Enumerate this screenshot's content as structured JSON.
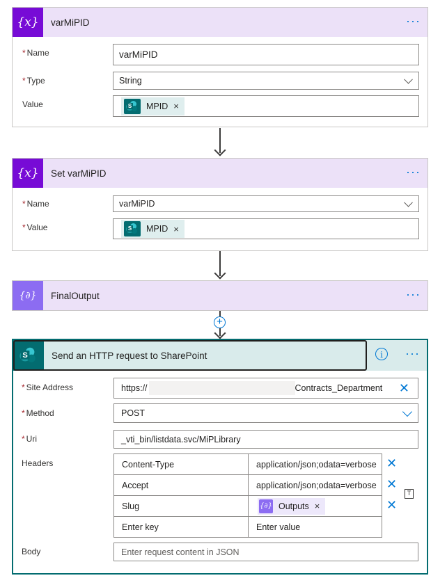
{
  "card1": {
    "title": "varMiPID",
    "icon": "variable-icon",
    "name_label": "Name",
    "name_value": "varMiPID",
    "type_label": "Type",
    "type_value": "String",
    "value_label": "Value",
    "value_token": "MPID",
    "required_mark": "*",
    "menu_label": "···"
  },
  "card2": {
    "title": "Set varMiPID",
    "icon": "variable-icon",
    "name_label": "Name",
    "name_value": "varMiPID",
    "value_label": "Value",
    "value_token": "MPID",
    "menu_label": "···"
  },
  "card3": {
    "title": "FinalOutput",
    "icon": "compose-icon",
    "menu_label": "···"
  },
  "card4": {
    "title": "Send an HTTP request to SharePoint",
    "icon": "sharepoint-icon",
    "menu_label": "···",
    "info_label": "i",
    "site_label": "Site Address",
    "site_prefix": "https://",
    "site_suffix": "Contracts_Department",
    "method_label": "Method",
    "method_value": "POST",
    "uri_label": "Uri",
    "uri_value": "_vti_bin/listdata.svc/MiPLibrary",
    "headers_label": "Headers",
    "headers": [
      {
        "key": "Content-Type",
        "value": "application/json;odata=verbose"
      },
      {
        "key": "Accept",
        "value": "application/json;odata=verbose"
      },
      {
        "key": "Slug",
        "value_token": "Outputs"
      }
    ],
    "key_placeholder": "Enter key",
    "value_placeholder": "Enter value",
    "body_label": "Body",
    "body_placeholder": "Enter request content in JSON"
  },
  "connector": {
    "add_label": "+"
  },
  "colors": {
    "variable_purple": "#770bd6",
    "compose_purple": "#8c6cf2",
    "sharepoint_teal": "#036c70",
    "accent_blue": "#0078d4"
  }
}
